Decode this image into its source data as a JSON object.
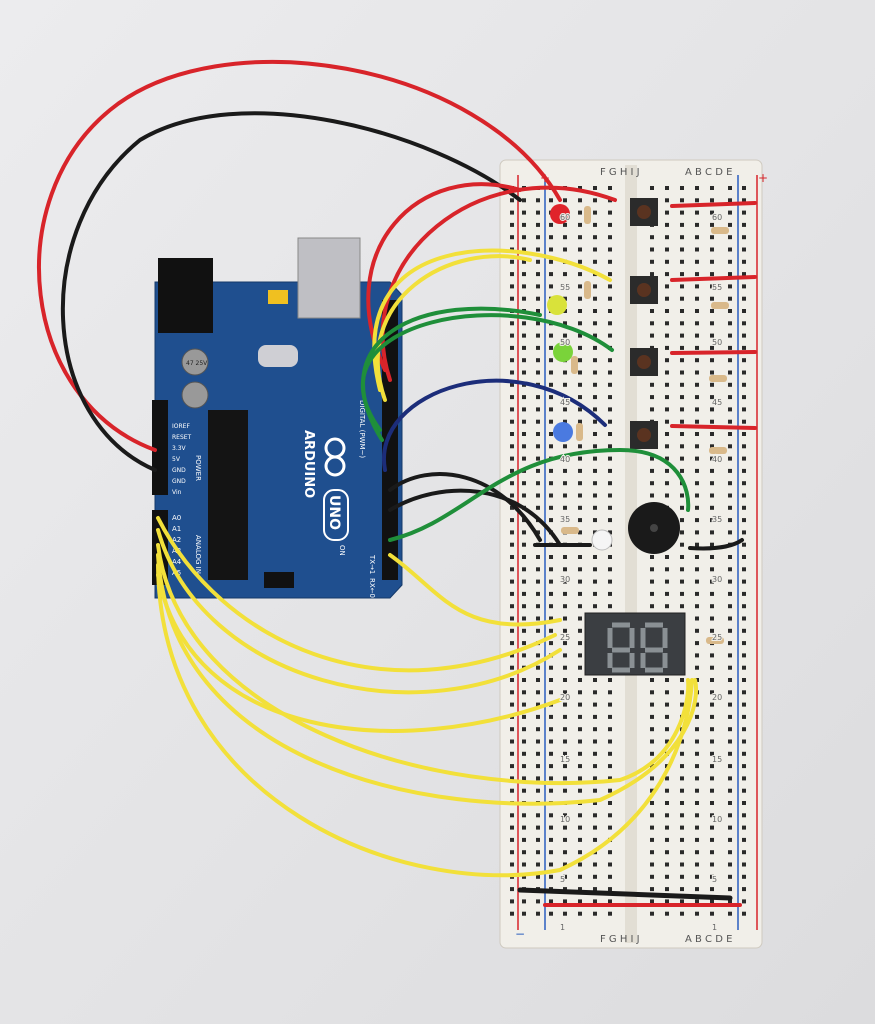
{
  "arduino": {
    "logo": "ARDUINO",
    "model": "UNO",
    "power_pins": [
      "IOREF",
      "RESET",
      "3.3V",
      "5V",
      "GND",
      "GND",
      "Vin"
    ],
    "power_label": "POWER",
    "analog_pins": [
      "A0",
      "A1",
      "A2",
      "A3",
      "A4",
      "A5"
    ],
    "analog_label": "ANALOG IN",
    "digital_label": "DIGITAL (PWM~)",
    "tx_label": "TX→1",
    "rx_label": "RX←0",
    "on_label": "ON",
    "cap_label": "47 25V"
  },
  "breadboard": {
    "left_columns": "F G H I J",
    "right_columns": "A B C D E",
    "row_numbers": [
      "60",
      "55",
      "50",
      "45",
      "40",
      "35",
      "30",
      "25",
      "20",
      "15",
      "10",
      "5",
      "1"
    ],
    "plus": "+",
    "minus": "−"
  },
  "colors": {
    "board": "#1f4f8f",
    "breadboard": "#f1efe9",
    "wire_red": "#d8242a",
    "wire_black": "#1a1a1a",
    "wire_yellow": "#f2e03a",
    "wire_green": "#1f8f3a",
    "wire_blue": "#1c2d7a"
  }
}
